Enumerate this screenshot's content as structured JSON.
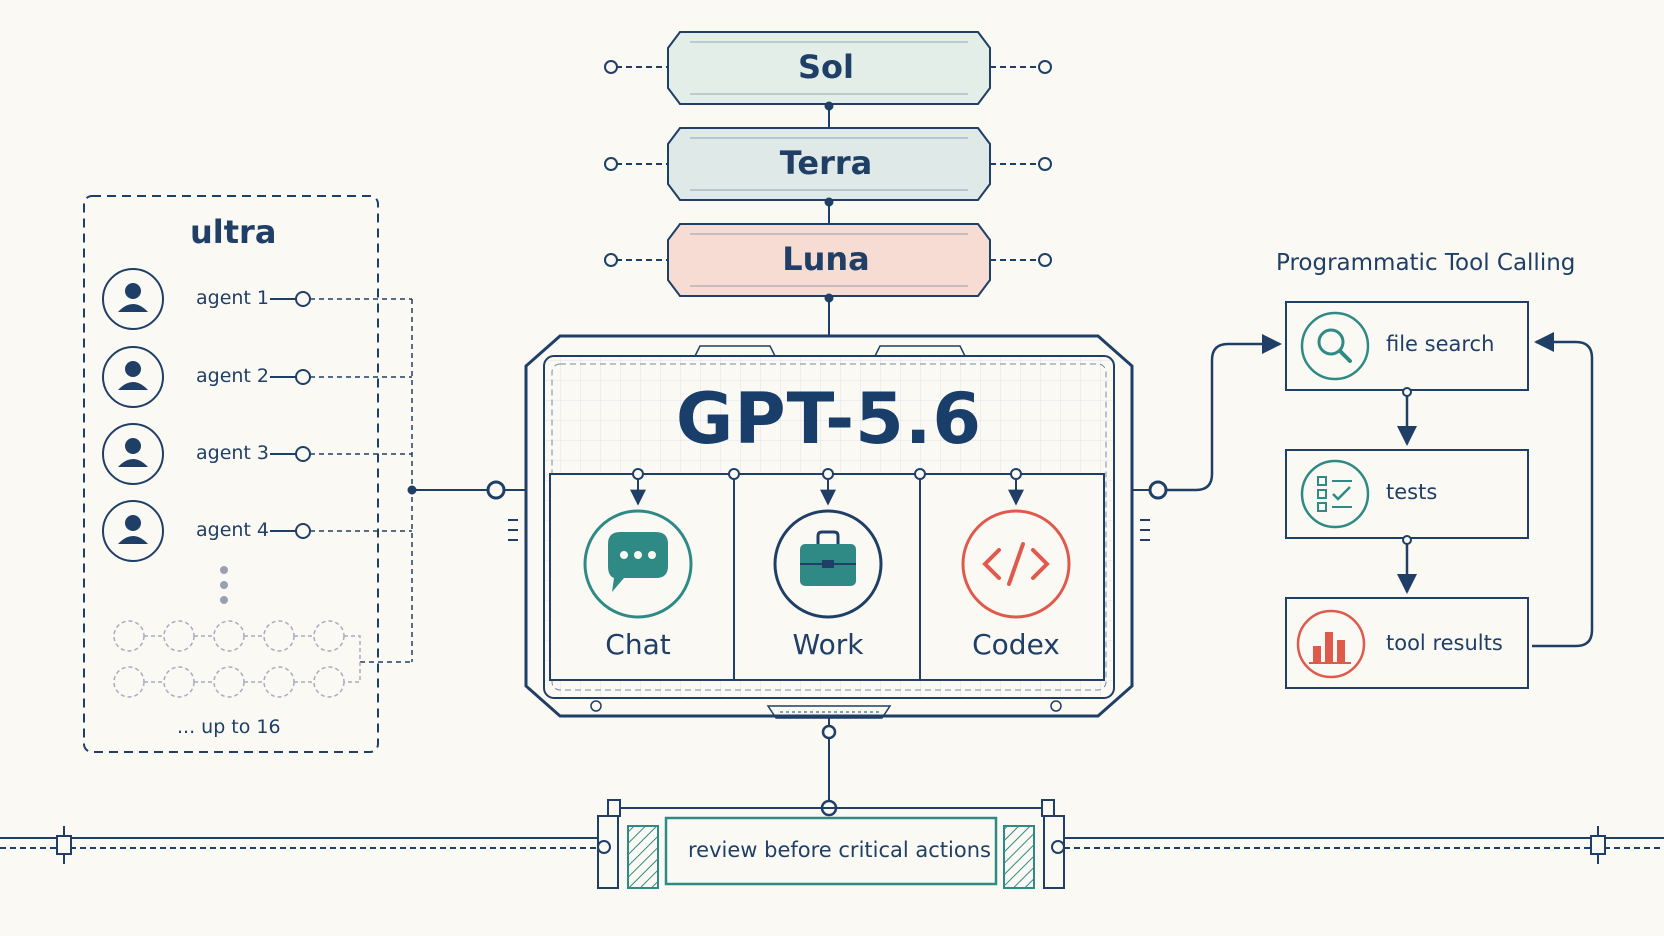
{
  "model_tiers": [
    {
      "label": "Sol",
      "fill": "#e3eee8"
    },
    {
      "label": "Terra",
      "fill": "#dfe9e8"
    },
    {
      "label": "Luna",
      "fill": "#f6dcd3"
    }
  ],
  "ultra": {
    "title": "ultra",
    "agents": [
      "agent 1",
      "agent 2",
      "agent 3",
      "agent 4"
    ],
    "more_label": "... up to 16"
  },
  "core": {
    "title": "GPT-5.6",
    "modes": [
      {
        "label": "Chat",
        "icon": "chat-bubble-icon",
        "color": "#2f8a86"
      },
      {
        "label": "Work",
        "icon": "briefcase-icon",
        "color": "#2f8a86"
      },
      {
        "label": "Codex",
        "icon": "code-icon",
        "color": "#e05a4b"
      }
    ]
  },
  "tool_calling": {
    "title": "Programmatic Tool Calling",
    "steps": [
      {
        "label": "file search",
        "icon": "magnifier-icon"
      },
      {
        "label": "tests",
        "icon": "checklist-icon"
      },
      {
        "label": "tool results",
        "icon": "bar-chart-icon"
      }
    ]
  },
  "review": {
    "label": "review before critical actions"
  },
  "colors": {
    "navy": "#1f3f66",
    "teal": "#2f8a86",
    "coral": "#e05a4b",
    "background": "#fbf9f4"
  }
}
